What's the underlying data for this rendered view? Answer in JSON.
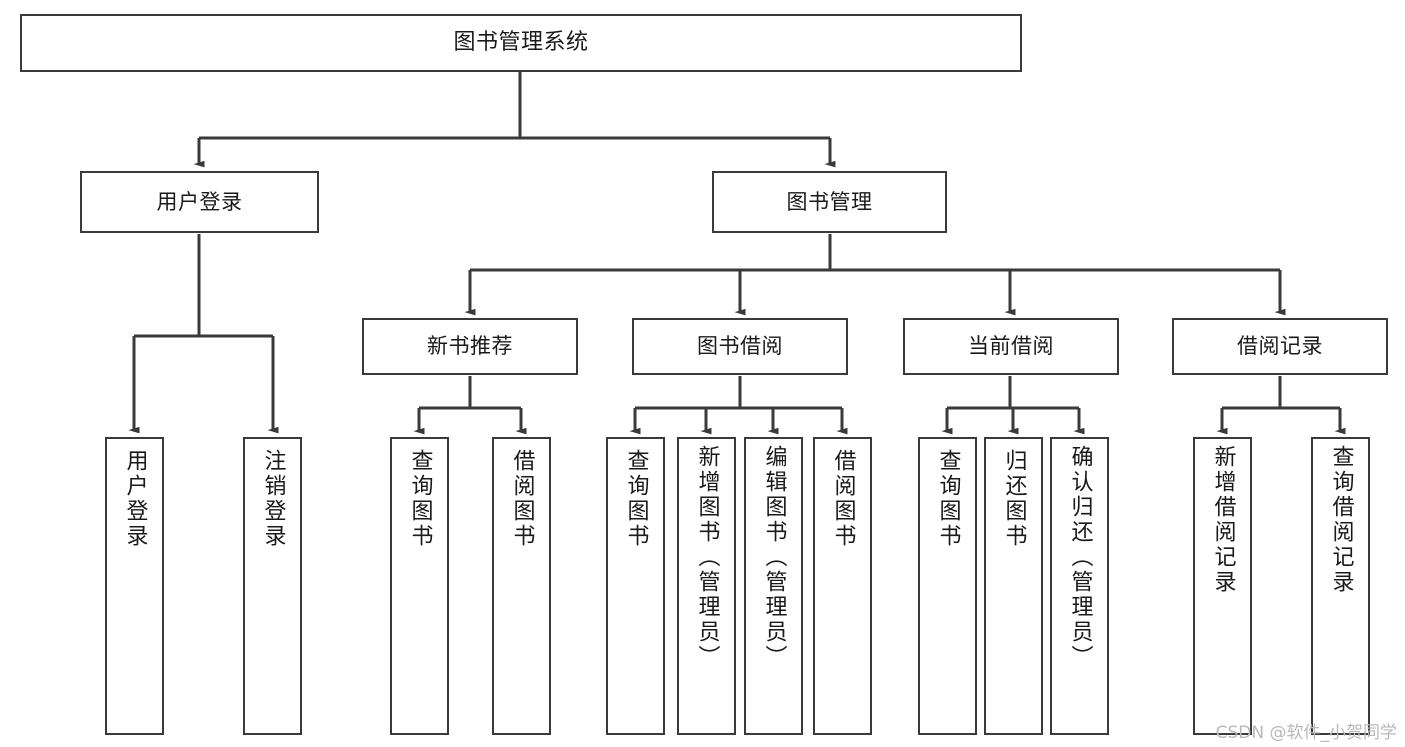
{
  "diagram": {
    "type": "tree",
    "title": "图书管理系统",
    "watermark": "CSDN @软件_小贺同学",
    "colors": {
      "stroke": "#3a3a3a",
      "fill": "#ffffff",
      "text": "#1a1a1a",
      "watermark": "#b9b9b9"
    },
    "nodes": {
      "root": {
        "label": "图书管理系统"
      },
      "level1": [
        {
          "id": "user-login",
          "label": "用户登录"
        },
        {
          "id": "book-manage",
          "label": "图书管理"
        }
      ],
      "level2": [
        {
          "id": "new-book-rec",
          "label": "新书推荐"
        },
        {
          "id": "book-borrow",
          "label": "图书借阅"
        },
        {
          "id": "current-borrow",
          "label": "当前借阅"
        },
        {
          "id": "borrow-record",
          "label": "借阅记录"
        }
      ],
      "leaves": {
        "user_login": [
          {
            "id": "leaf-user-login",
            "label": "用户登录"
          },
          {
            "id": "leaf-logout-login",
            "label": "注销登录"
          }
        ],
        "new_book_rec": [
          {
            "id": "leaf-query-book-1",
            "label": "查询图书"
          },
          {
            "id": "leaf-borrow-book-1",
            "label": "借阅图书"
          }
        ],
        "book_borrow": [
          {
            "id": "leaf-query-book-2",
            "label": "查询图书"
          },
          {
            "id": "leaf-add-book",
            "label": "新增图书（管理员）"
          },
          {
            "id": "leaf-edit-book",
            "label": "编辑图书（管理员）"
          },
          {
            "id": "leaf-borrow-book-2",
            "label": "借阅图书"
          }
        ],
        "current_borrow": [
          {
            "id": "leaf-query-book-3",
            "label": "查询图书"
          },
          {
            "id": "leaf-return-book",
            "label": "归还图书"
          },
          {
            "id": "leaf-confirm-return",
            "label": "确认归还（管理员）"
          }
        ],
        "borrow_record": [
          {
            "id": "leaf-add-record",
            "label": "新增借阅记录"
          },
          {
            "id": "leaf-query-record",
            "label": "查询借阅记录"
          }
        ]
      }
    }
  }
}
